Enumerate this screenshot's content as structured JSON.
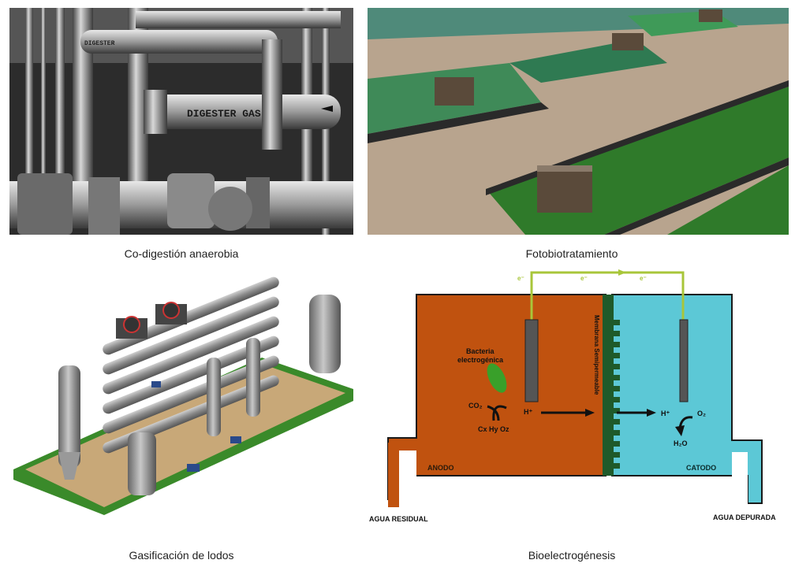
{
  "panels": [
    {
      "caption": "Co-digestión anaerobia",
      "pipe_label": "DIGESTER GAS",
      "pipe_label_small": "DIGESTER"
    },
    {
      "caption": "Fotobiotratamiento"
    },
    {
      "caption": "Gasificación de lodos"
    },
    {
      "caption": "Bioelectrogénesis"
    }
  ],
  "bioelectro": {
    "bacteria_label_line1": "Bacteria",
    "bacteria_label_line2": "electrogénica",
    "co2": "CO₂",
    "h_plus": "H⁺",
    "substrate": "Cx Hy Oz",
    "h_plus_cathode": "H⁺",
    "o2": "O₂",
    "h2o": "H₂O",
    "membrane": "Membrana Semipermeable",
    "anode": "ANODO",
    "cathode": "CATODO",
    "inlet": "AGUA RESIDUAL",
    "outlet": "AGUA DEPURADA",
    "electron": "e⁻",
    "colors": {
      "anode": "#c0520f",
      "cathode": "#5cc8d6",
      "membrane": "#1f5a2a",
      "wire": "#a8c63a"
    }
  }
}
